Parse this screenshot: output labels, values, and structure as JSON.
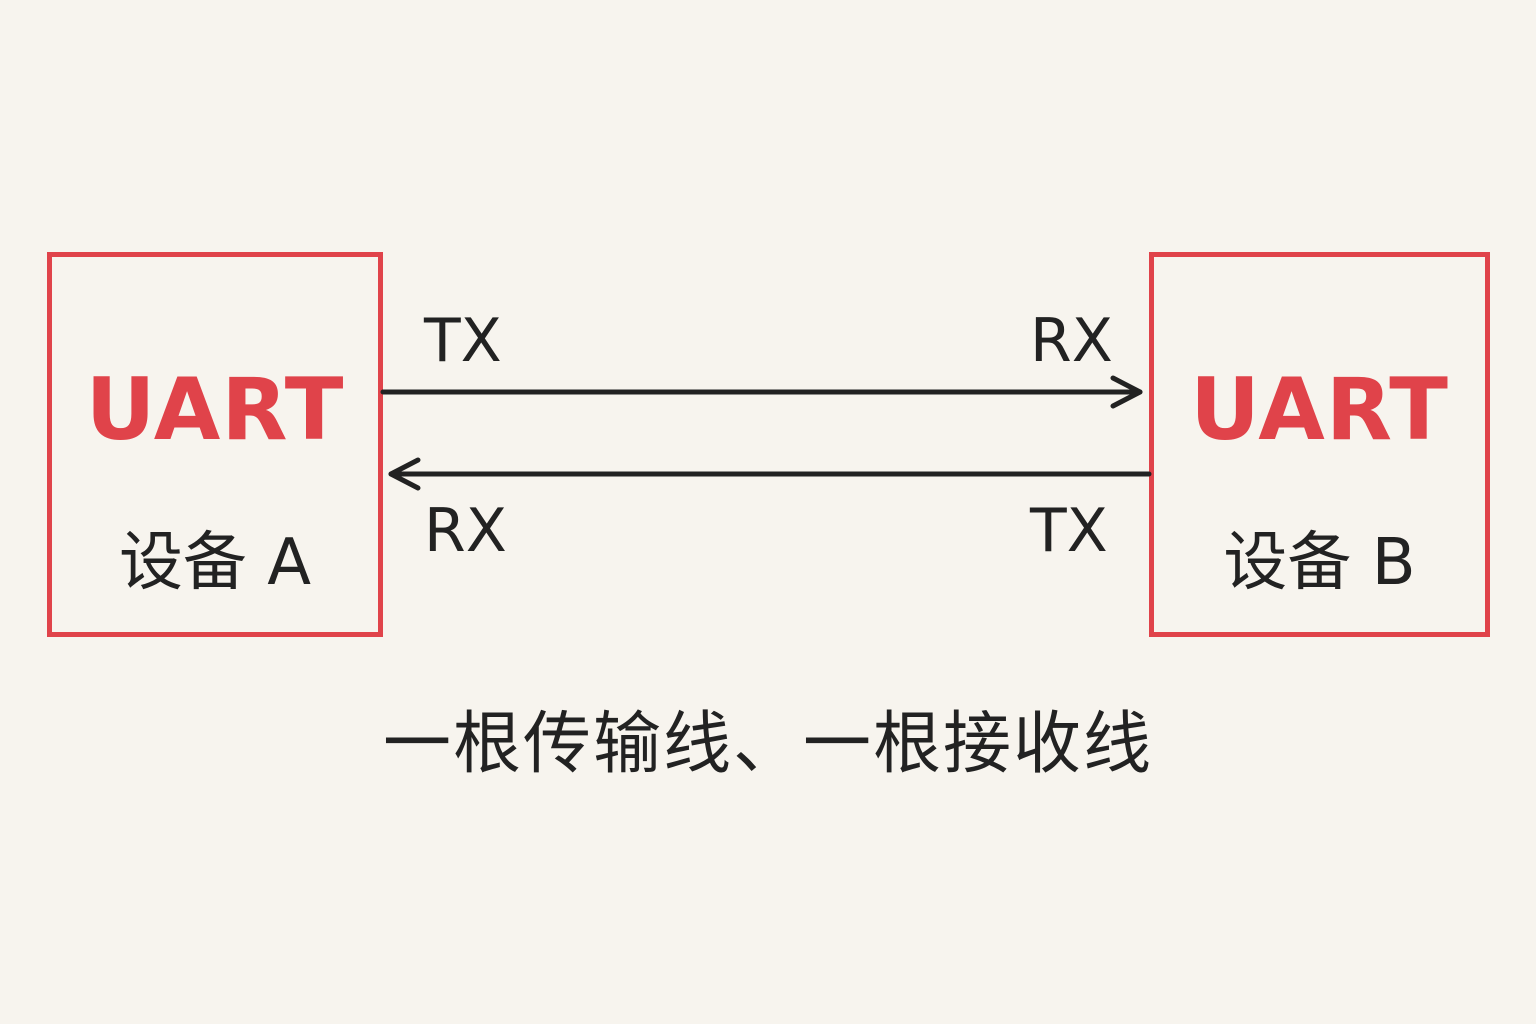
{
  "device_a": {
    "protocol": "UART",
    "name": "设备 A",
    "tx_label": "TX",
    "rx_label": "RX"
  },
  "device_b": {
    "protocol": "UART",
    "name": "设备 B",
    "tx_label": "TX",
    "rx_label": "RX"
  },
  "caption": "一根传输线、一根接收线",
  "colors": {
    "box_border": "#e0434a",
    "uart_text": "#e0434a",
    "text": "#222222",
    "wire": "#222222",
    "background": "#f7f4ee"
  }
}
